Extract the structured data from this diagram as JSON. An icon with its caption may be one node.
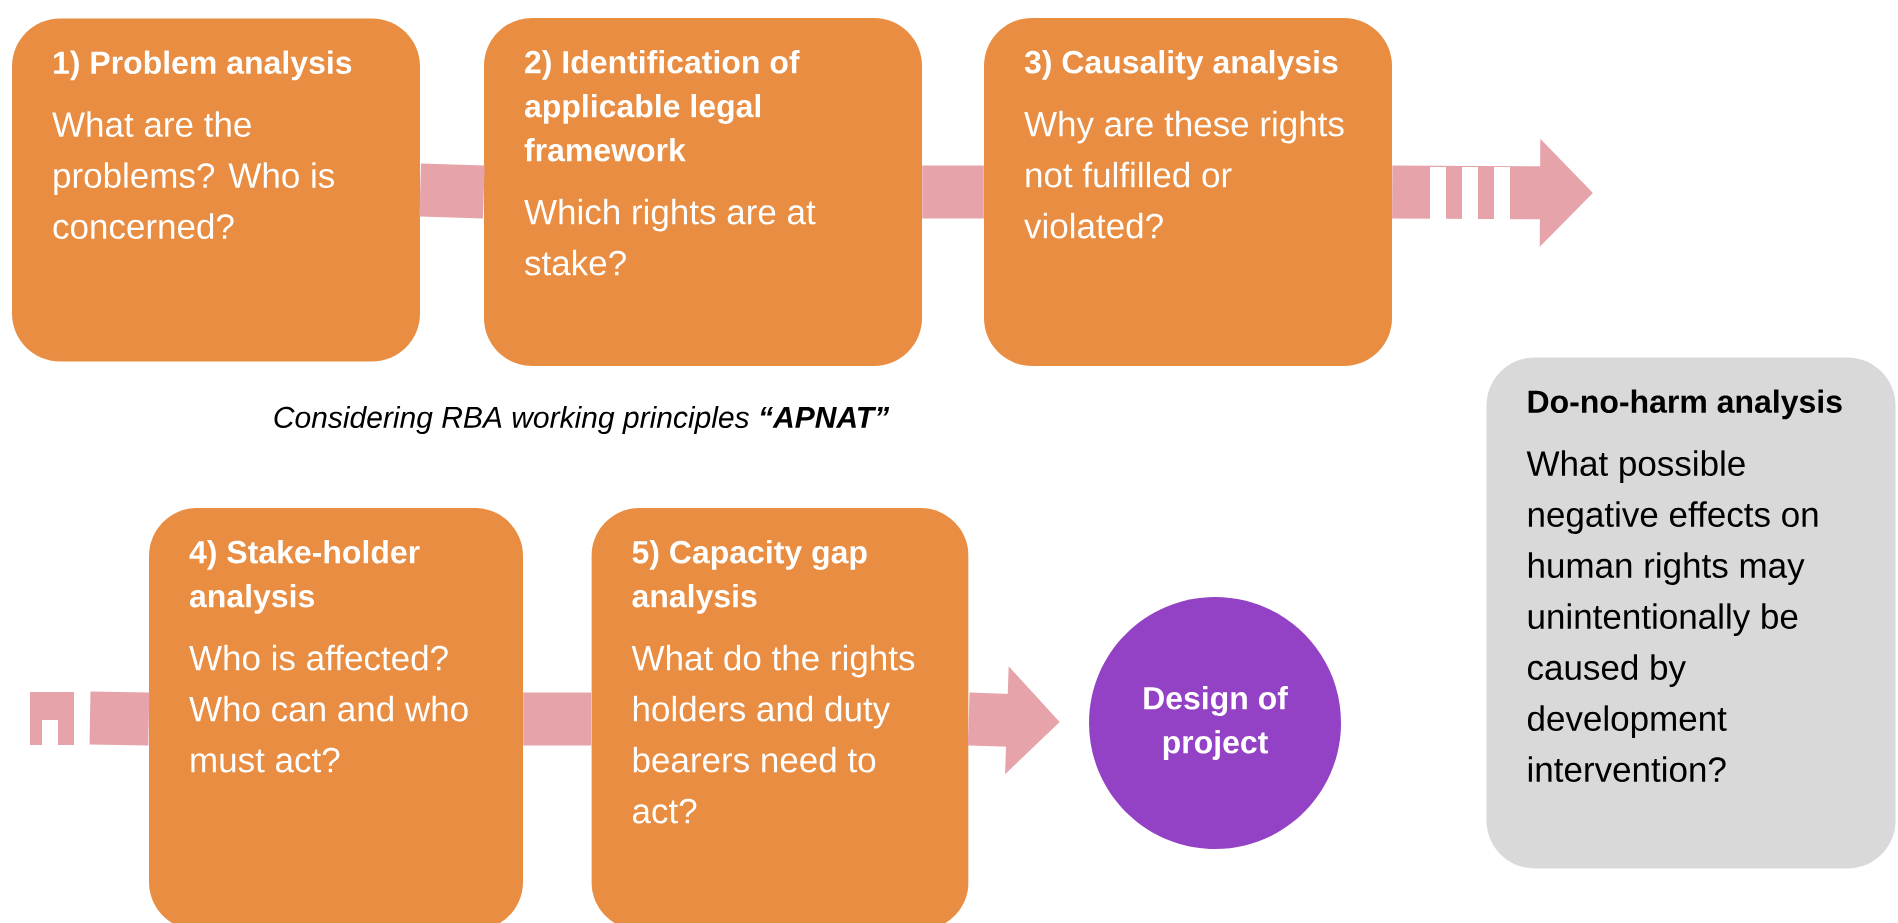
{
  "diagram": {
    "nodes": [
      {
        "text": [
          "1) Problem analysis",
          "What are the problems? Who is concerned?"
        ]
      },
      {
        "text": [
          "2) Identification of applicable legal framework",
          "Which rights are at stake?"
        ]
      },
      {
        "text": [
          "3) Causality analysis",
          "Why are these rights not fulfilled or violated?"
        ]
      },
      {
        "text": [
          "Do-no-harm analysis",
          "What possible negative effects on human rights may unintentionally be caused by development intervention?"
        ]
      },
      {
        "text": [
          "4) Stake-holder analysis",
          "Who is affected? Who can and who must act?"
        ]
      },
      {
        "text": [
          "5) Capacity gap analysis",
          "What do the rights holders and duty bearers need to act?"
        ]
      },
      {
        "text": [
          "Design of project"
        ]
      }
    ],
    "edges": [
      {
        "from": 0,
        "to": 1,
        "arrow": "none"
      },
      {
        "from": 1,
        "to": 2,
        "arrow": "none"
      },
      {
        "from": 2,
        "to": null,
        "arrow": "to"
      },
      {
        "from": null,
        "to": 4,
        "arrow": "none"
      },
      {
        "from": 4,
        "to": 5,
        "arrow": "none"
      },
      {
        "from": 5,
        "to": 6,
        "arrow": "to"
      }
    ],
    "labels": [
      "Considering RBA working principles **“APNAT”**"
    ]
  }
}
